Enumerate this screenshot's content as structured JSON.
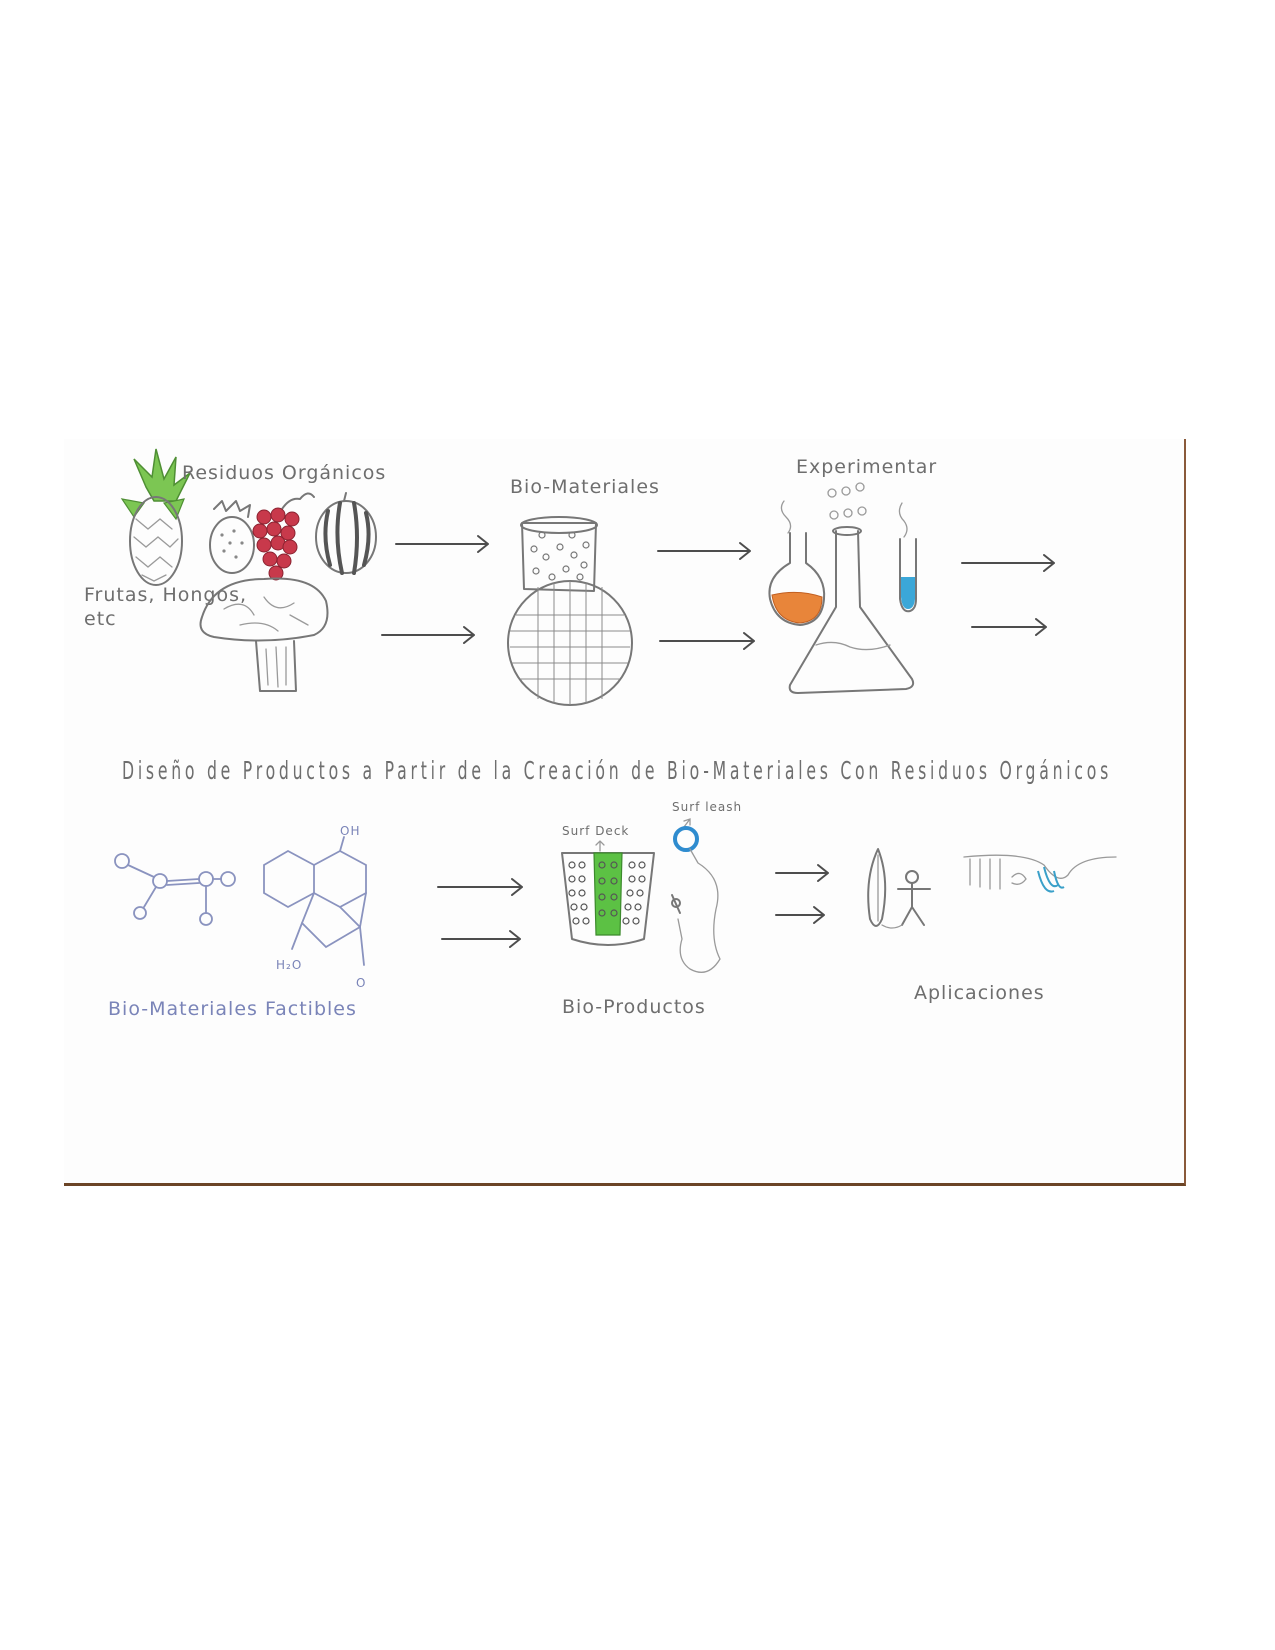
{
  "diagram": {
    "title": "Diseño de Productos a Partir de la Creación de Bio-Materiales Con Residuos Orgánicos",
    "top_row": {
      "residuos_label": "Residuos Orgánicos",
      "frutas_label_line1": "Frutas, Hongos,",
      "frutas_label_line2": "etc",
      "biomateriales_label": "Bio-Materiales",
      "experimentar_label": "Experimentar"
    },
    "bottom_row": {
      "factibles_label": "Bio-Materiales Factibles",
      "molecule_label_oh": "OH",
      "molecule_label_h2o": "H₂O",
      "molecule_label_o": "O",
      "bioproductos_label": "Bio-Productos",
      "surf_deck_label": "Surf Deck",
      "surf_leash_label": "Surf leash",
      "aplicaciones_label": "Aplicaciones"
    },
    "colors": {
      "pineapple_leaves": "#7cc653",
      "berries": "#c8394b",
      "flask_liquid": "#e8853a",
      "test_tube_liquid": "#3ba7d8",
      "deck_center": "#5cc144",
      "leash_cuff": "#2f8ccf",
      "wave": "#3aa0c9",
      "blue_pencil_text": "#7a84b8"
    },
    "icons": [
      "pineapple-icon",
      "dragonfruit-icon",
      "berries-icon",
      "melon-icon",
      "mushroom-icon",
      "biomaterial-block-icon",
      "biomaterial-disc-icon",
      "round-flask-icon",
      "erlenmeyer-flask-icon",
      "test-tube-icon",
      "molecule-icon",
      "hexagon-molecule-icon",
      "surf-deck-icon",
      "surf-leash-icon",
      "surfboard-icon",
      "stick-figure-icon",
      "wave-icon"
    ]
  }
}
